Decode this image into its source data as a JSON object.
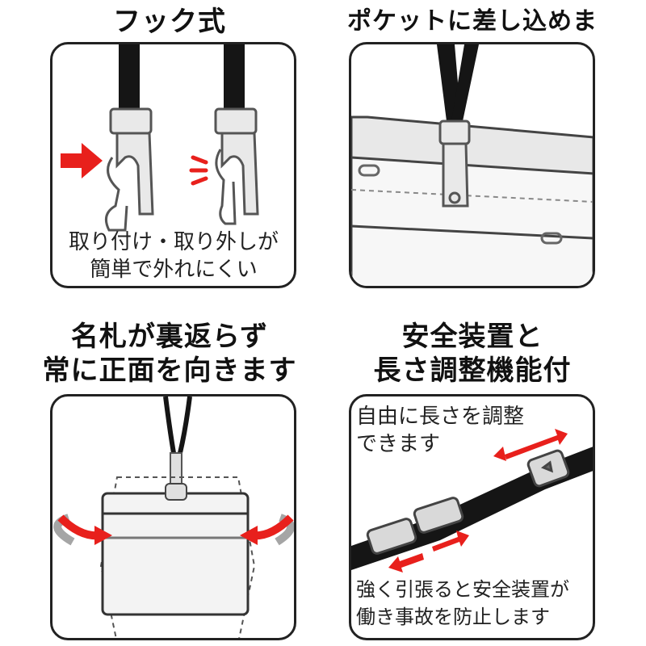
{
  "panels": {
    "hook": {
      "title": "フック式",
      "caption_line1": "取り付け・取り外しが",
      "caption_line2": "簡単で外れにくい"
    },
    "pocket": {
      "title": "ポケットに差し込めます"
    },
    "front": {
      "title_line1": "名札が裏返らず",
      "title_line2": "常に正面を向きます"
    },
    "safety": {
      "title_line1": "安全装置と",
      "title_line2": "長さ調整機能付",
      "caption_top_line1": "自由に長さを調整",
      "caption_top_line2": "できます",
      "caption_bottom_line1": "強く引張ると安全装置が",
      "caption_bottom_line2": "働き事故を防止します"
    }
  },
  "colors": {
    "accent_red": "#e8201c",
    "strap": "#151515",
    "buckle": "#8a8a8a",
    "arrow_gray": "#a5a5a5",
    "outline": "#222222"
  }
}
